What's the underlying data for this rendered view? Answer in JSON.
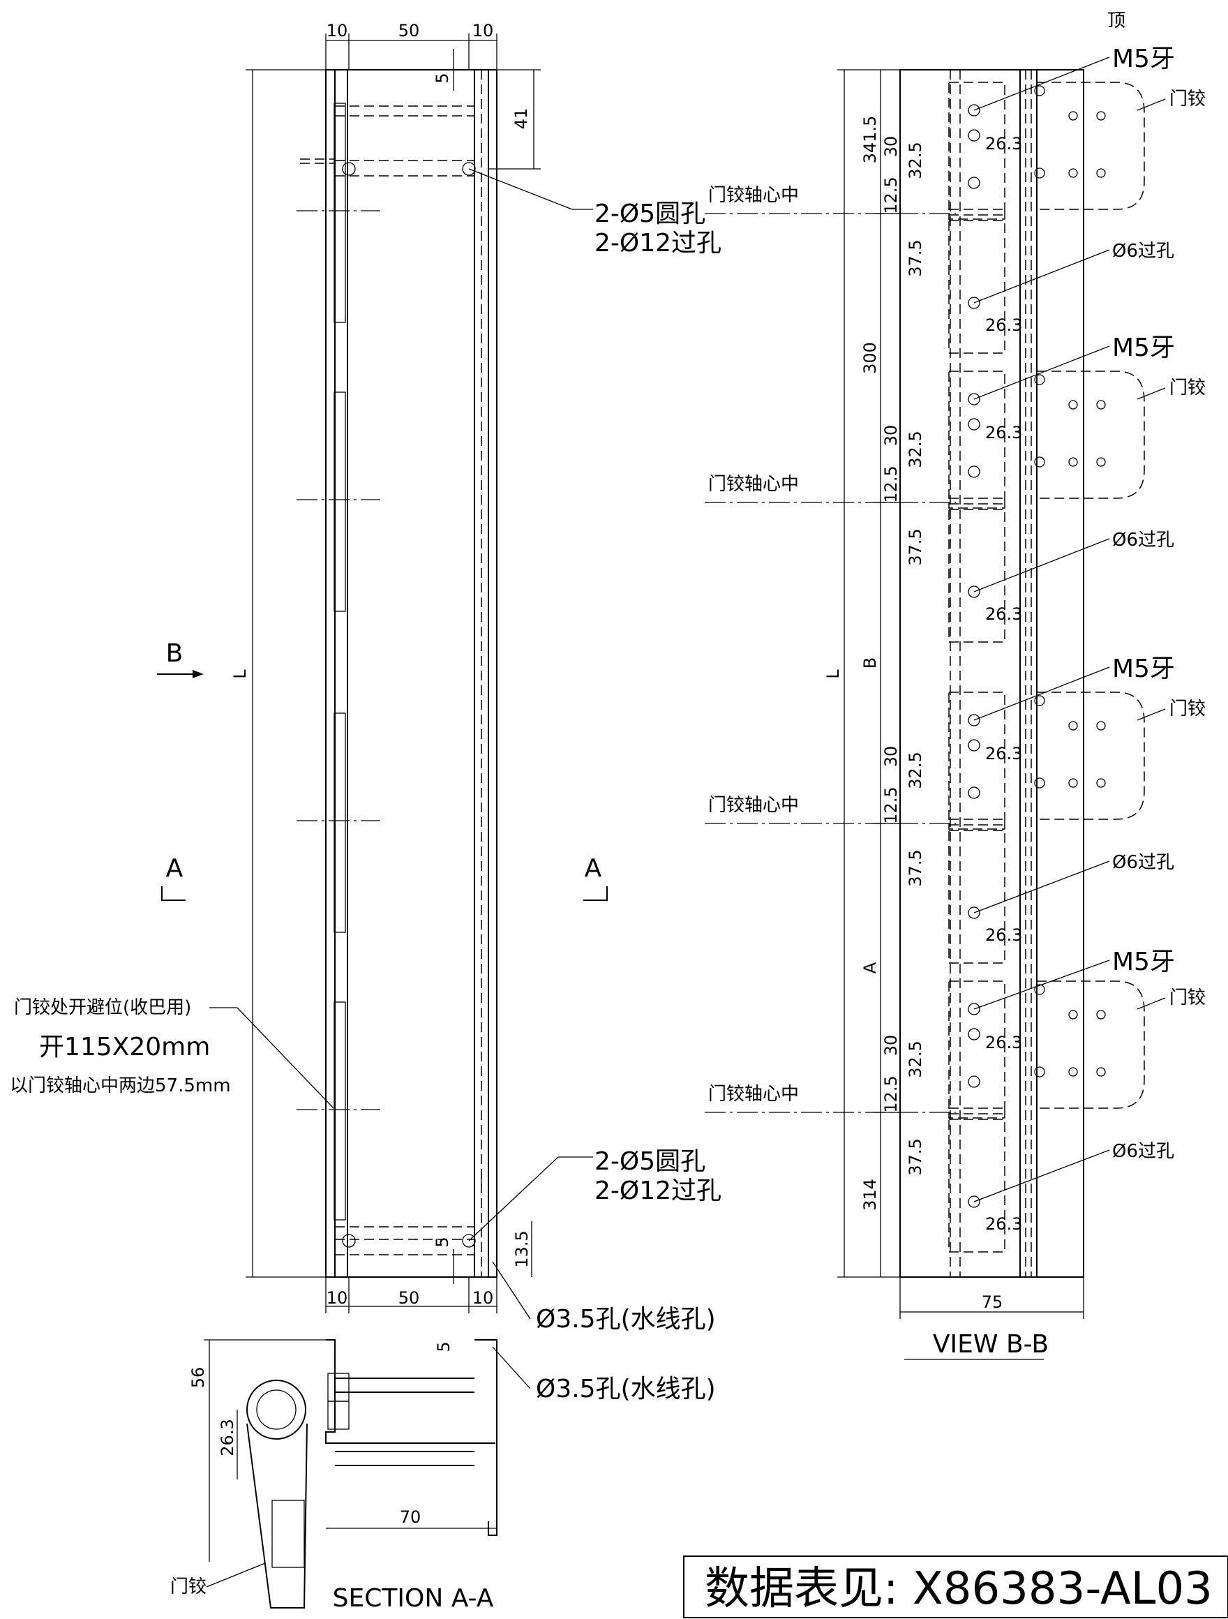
{
  "top_label": "顶",
  "left_view": {
    "dims_top": [
      "10",
      "50",
      "10"
    ],
    "dims_bottom": [
      "10",
      "50",
      "10"
    ],
    "dim_5_top": "5",
    "dim_41": "41",
    "dim_5_bottom": "5",
    "dim_13_5": "13.5",
    "length": "L",
    "arrow_b": "B",
    "section_a_left": "A",
    "section_a_right": "A",
    "holes_top": [
      "2-Ø5圆孔",
      "2-Ø12过孔"
    ],
    "holes_bottom": [
      "2-Ø5圆孔",
      "2-Ø12过孔"
    ],
    "water_hole_1": "Ø3.5孔(水线孔)",
    "note_lines": [
      "门铰处开避位(收巴用)",
      "开115X20mm",
      "以门铰轴心中两边57.5mm"
    ]
  },
  "view_bb": {
    "title": "VIEW  B-B",
    "length": "L",
    "width": "75",
    "seg_dims": [
      "341.5",
      "300",
      "B",
      "A",
      "314"
    ],
    "hinge_axis": "门铰轴心中",
    "m5": "M5牙",
    "hinge": "门铰",
    "phi6": "Ø6过孔",
    "d30": "30",
    "d32_5": "32.5",
    "d12_5": "12.5",
    "d37_5": "37.5",
    "d26_3": "26.3"
  },
  "section_aa": {
    "title": "SECTION  A-A",
    "d56": "56",
    "d26_3": "26.3",
    "d70": "70",
    "d5": "5",
    "water_hole": "Ø3.5孔(水线孔)",
    "hinge_label": "门铰"
  },
  "title_block": {
    "text": "数据表见: X86383-AL03"
  }
}
